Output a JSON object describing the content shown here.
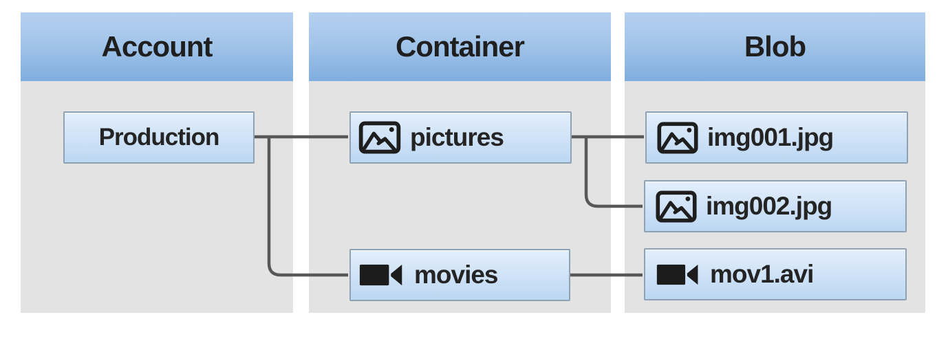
{
  "columns": [
    {
      "id": "account",
      "header": "Account"
    },
    {
      "id": "container",
      "header": "Container"
    },
    {
      "id": "blob",
      "header": "Blob"
    }
  ],
  "nodes": {
    "production": {
      "label": "Production",
      "type": "storage-account"
    },
    "pictures": {
      "label": "pictures",
      "icon": "image-icon",
      "type": "container"
    },
    "movies": {
      "label": "movies",
      "icon": "video-icon",
      "type": "container"
    },
    "img001": {
      "label": "img001.jpg",
      "icon": "image-icon",
      "type": "blob"
    },
    "img002": {
      "label": "img002.jpg",
      "icon": "image-icon",
      "type": "blob"
    },
    "mov1": {
      "label": "mov1.avi",
      "icon": "video-icon",
      "type": "blob"
    }
  },
  "edges": [
    {
      "from": "production",
      "to": "pictures"
    },
    {
      "from": "production",
      "to": "movies"
    },
    {
      "from": "pictures",
      "to": "img001"
    },
    {
      "from": "pictures",
      "to": "img002"
    },
    {
      "from": "movies",
      "to": "mov1"
    }
  ],
  "colors": {
    "header_gradient_top": "#b5d0f0",
    "header_gradient_bottom": "#7fadde",
    "column_background": "#e3e3e3",
    "node_gradient_top": "#e3effc",
    "node_gradient_bottom": "#bcd7f2",
    "node_border": "#8fa1b4",
    "connector": "#58585a",
    "text": "#242424"
  }
}
